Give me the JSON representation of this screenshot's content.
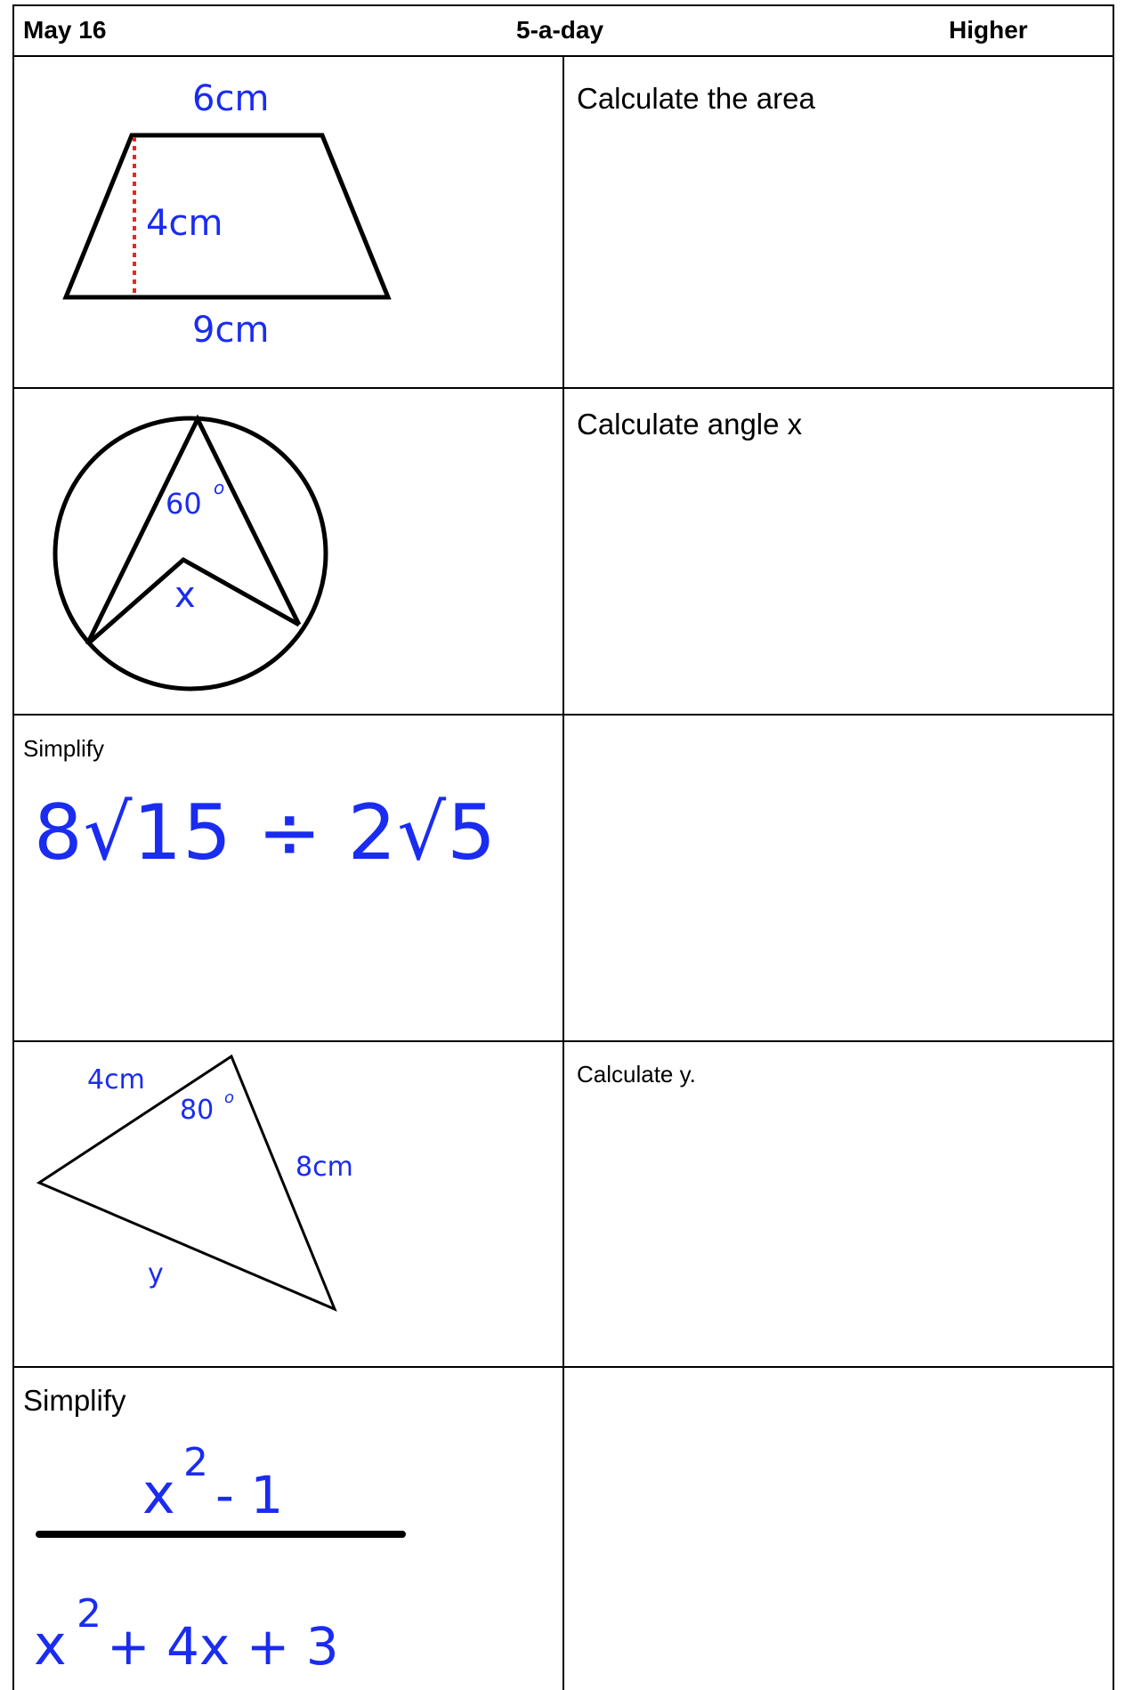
{
  "header": {
    "date": "May 16",
    "title": "5-a-day",
    "level": "Higher"
  },
  "q1": {
    "prompt": "Calculate the area",
    "top_label": "6cm",
    "height_label": "4cm",
    "bottom_label": "9cm"
  },
  "q2": {
    "prompt": "Calculate angle x",
    "angle_label": "60",
    "degree_symbol": "o",
    "unknown_label": "x"
  },
  "q3": {
    "prompt": "Simplify",
    "expression": "8√15 ÷ 2√5"
  },
  "q4": {
    "prompt": "Calculate y.",
    "side_a_label": "4cm",
    "angle_label": "80",
    "degree_symbol": "o",
    "side_b_label": "8cm",
    "unknown_label": "y"
  },
  "q5": {
    "prompt": "Simplify",
    "numerator_base": "x",
    "numerator_exp": "2",
    "numerator_rest": " - 1",
    "denominator_base": "x",
    "denominator_exp": "2",
    "denominator_rest": " + 4x + 3"
  },
  "colors": {
    "ink": "#000000",
    "blue": "#1a2cf0",
    "dashed": "#e8281e"
  }
}
